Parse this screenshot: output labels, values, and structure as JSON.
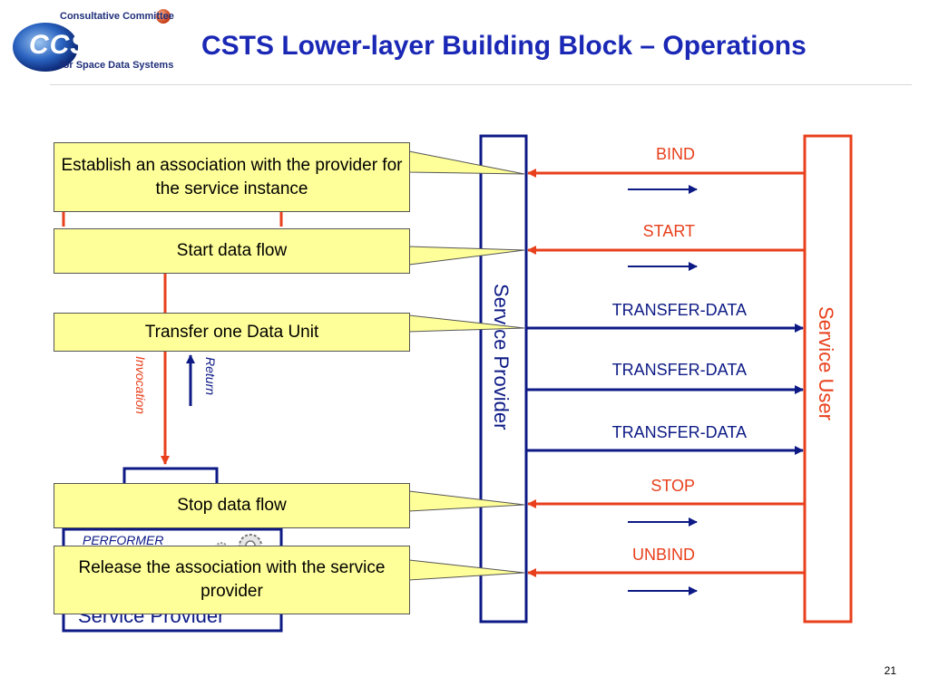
{
  "logo": {
    "line1": "Consultative Committee",
    "wordmark": "CCSDS",
    "line3": "for Space Data Systems"
  },
  "title": "CSTS Lower-layer Building Block – Operations",
  "diagram": {
    "provider_label": "Service Provider",
    "user_label": "Service User",
    "inner_provider_label": "Service Provider",
    "performer_label": "PERFORMER",
    "invocation_label": "Invocation",
    "return_label": "Return",
    "operations": [
      "BIND",
      "START",
      "TRANSFER-DATA",
      "TRANSFER-DATA",
      "TRANSFER-DATA",
      "STOP",
      "UNBIND"
    ]
  },
  "callouts": {
    "establish": "Establish an association with the provider for the service instance",
    "start": "Start data flow",
    "transfer": "Transfer one Data Unit",
    "stop": "Stop data flow",
    "release": "Release the association with the service provider"
  },
  "colors": {
    "red": "#e8401c",
    "blue": "#0d1a85",
    "callout": "#ffff99",
    "title": "#1a28b5"
  },
  "page_number": "21"
}
